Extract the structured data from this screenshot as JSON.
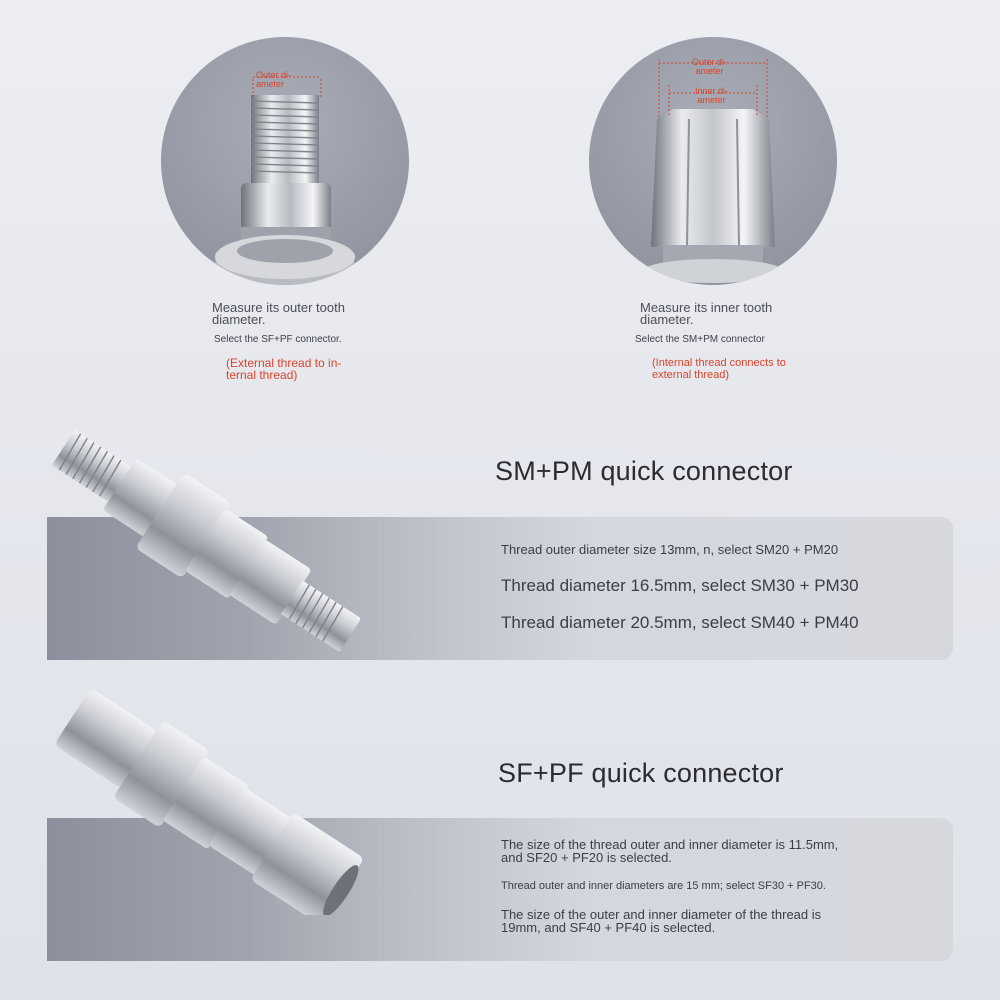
{
  "diagram_left": {
    "dim_label": "Outer di-\nameter",
    "measure": "Measure its outer tooth\ndiameter.",
    "select": "Select the SF+PF connector.",
    "note": "(External thread to in-\nternal thread)"
  },
  "diagram_right": {
    "outer_label": "Outer di-\nameter",
    "inner_label": "Inner di-\nameter",
    "measure": "Measure its inner tooth\ndiameter.",
    "select": "Select the SM+PM connector",
    "note": "(Internal thread connects to\nexternal thread)"
  },
  "section_sm_pm": {
    "title": "SM+PM quick connector",
    "specs": [
      "Thread outer diameter size 13mm, n, select SM20 + PM20",
      "Thread diameter 16.5mm, select SM30 + PM30",
      "Thread diameter 20.5mm, select SM40 + PM40"
    ]
  },
  "section_sf_pf": {
    "title": "SF+PF quick connector",
    "specs": [
      "The size of the thread outer and inner diameter is 11.5mm,\nand SF20 + PF20 is selected.",
      "Thread outer and inner diameters are 15 mm; select SF30 + PF30.",
      "The size of the outer and inner diameter of the thread is\n19mm, and SF40 + PF40 is selected."
    ]
  },
  "colors": {
    "accent_red": "#d9442a",
    "circle": "#979ba6",
    "band_dark": "#8c909c"
  }
}
